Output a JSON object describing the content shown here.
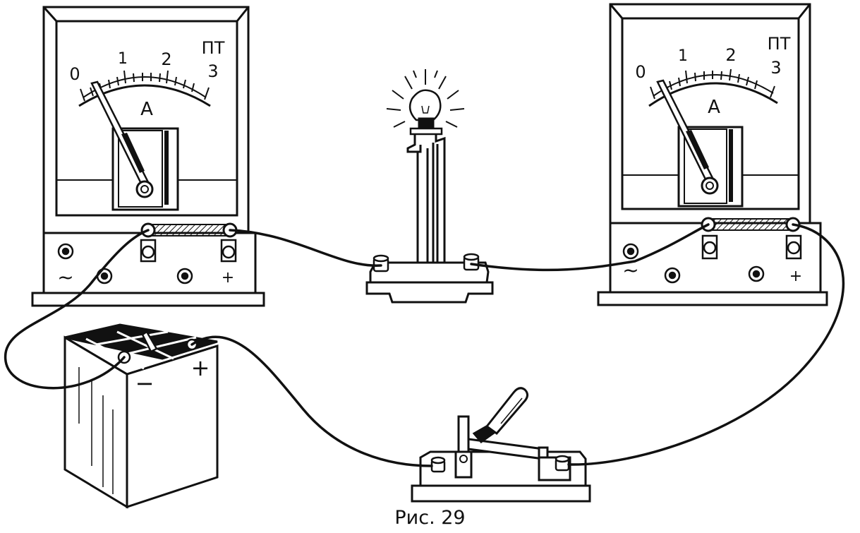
{
  "figure": {
    "caption": "Рис. 29"
  },
  "ammeter_left": {
    "maker_mark": "ΠT",
    "unit": "A",
    "scale": [
      "0",
      "1",
      "2",
      "3"
    ],
    "terminal_ac": "~",
    "terminal_plus": "+",
    "reading": 0
  },
  "ammeter_right": {
    "maker_mark": "ΠT",
    "unit": "A",
    "scale": [
      "0",
      "1",
      "2",
      "3"
    ],
    "terminal_ac": "~",
    "terminal_plus": "+",
    "reading": 0
  },
  "battery": {
    "minus_label": "−",
    "plus_label": "+"
  },
  "colors": {
    "ink": "#111111",
    "paper": "#ffffff",
    "shade": "#222222"
  }
}
